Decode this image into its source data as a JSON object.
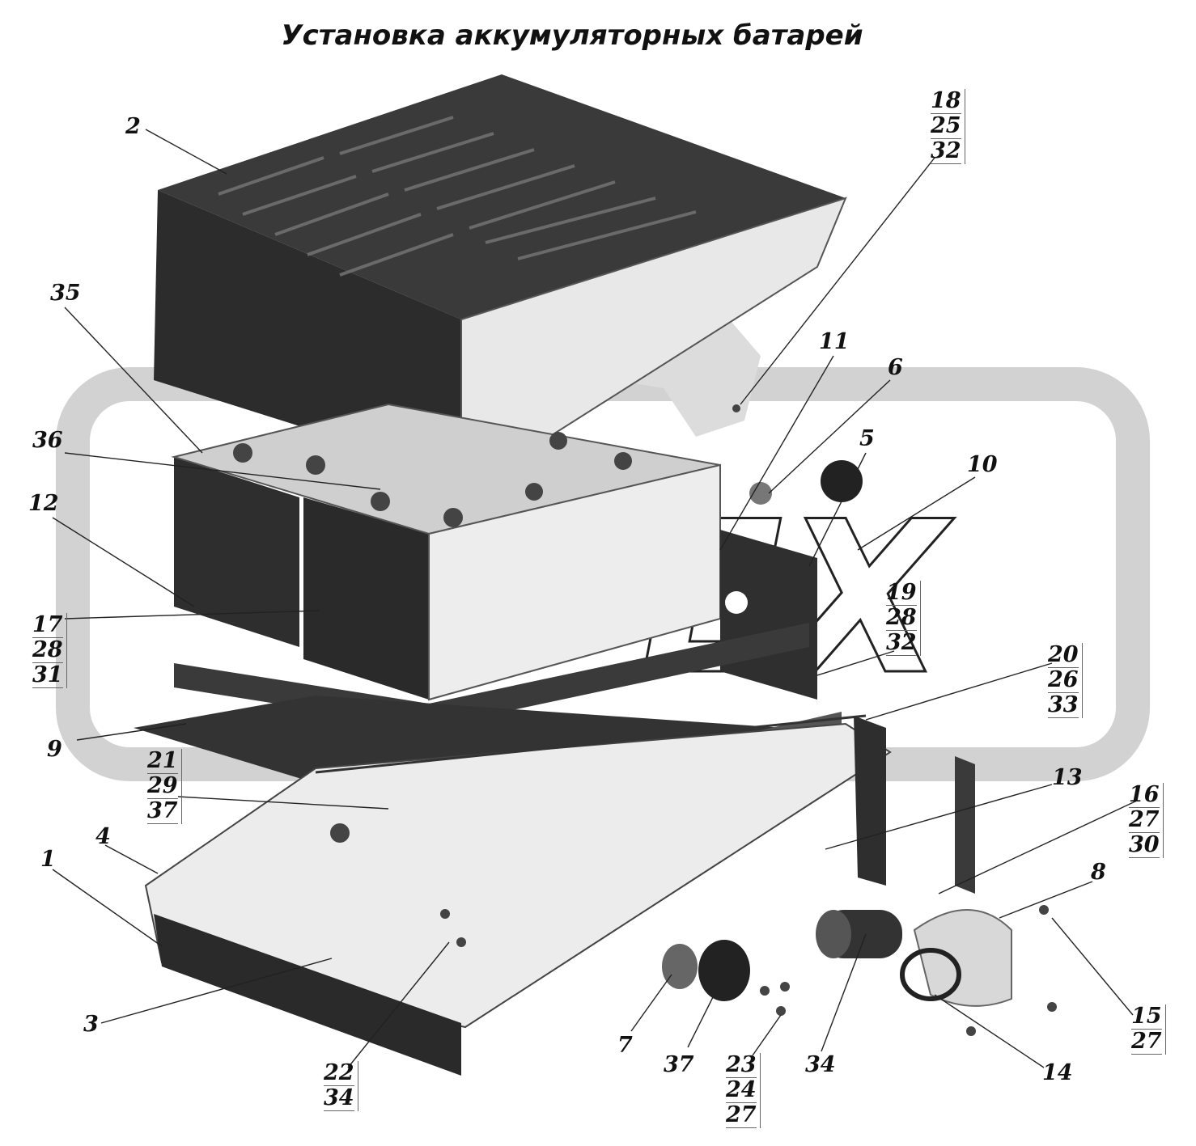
{
  "title": "Установка аккумуляторных батарей",
  "watermark": "PEX",
  "colors": {
    "dark": "#2f2f2f",
    "mid": "#555555",
    "light": "#d8d8d8",
    "wm": "#d0d0d0"
  },
  "labels": {
    "l1": "1",
    "l2": "2",
    "l3": "3",
    "l4": "4",
    "l5": "5",
    "l6": "6",
    "l7": "7",
    "l8": "8",
    "l9": "9",
    "l10": "10",
    "l11": "11",
    "l12": "12",
    "l13": "13",
    "l14": "14",
    "l34": "34",
    "l35": "35",
    "l36": "36",
    "l37": "37"
  },
  "stacks": {
    "s18": [
      "18",
      "25",
      "32"
    ],
    "s19": [
      "19",
      "28",
      "32"
    ],
    "s17": [
      "17",
      "28",
      "31"
    ],
    "s20": [
      "20",
      "26",
      "33"
    ],
    "s21": [
      "21",
      "29",
      "37"
    ],
    "s16": [
      "16",
      "27",
      "30"
    ],
    "s15": [
      "15",
      "27"
    ],
    "s22": [
      "22",
      "34"
    ],
    "s23": [
      "23",
      "24",
      "27"
    ]
  }
}
